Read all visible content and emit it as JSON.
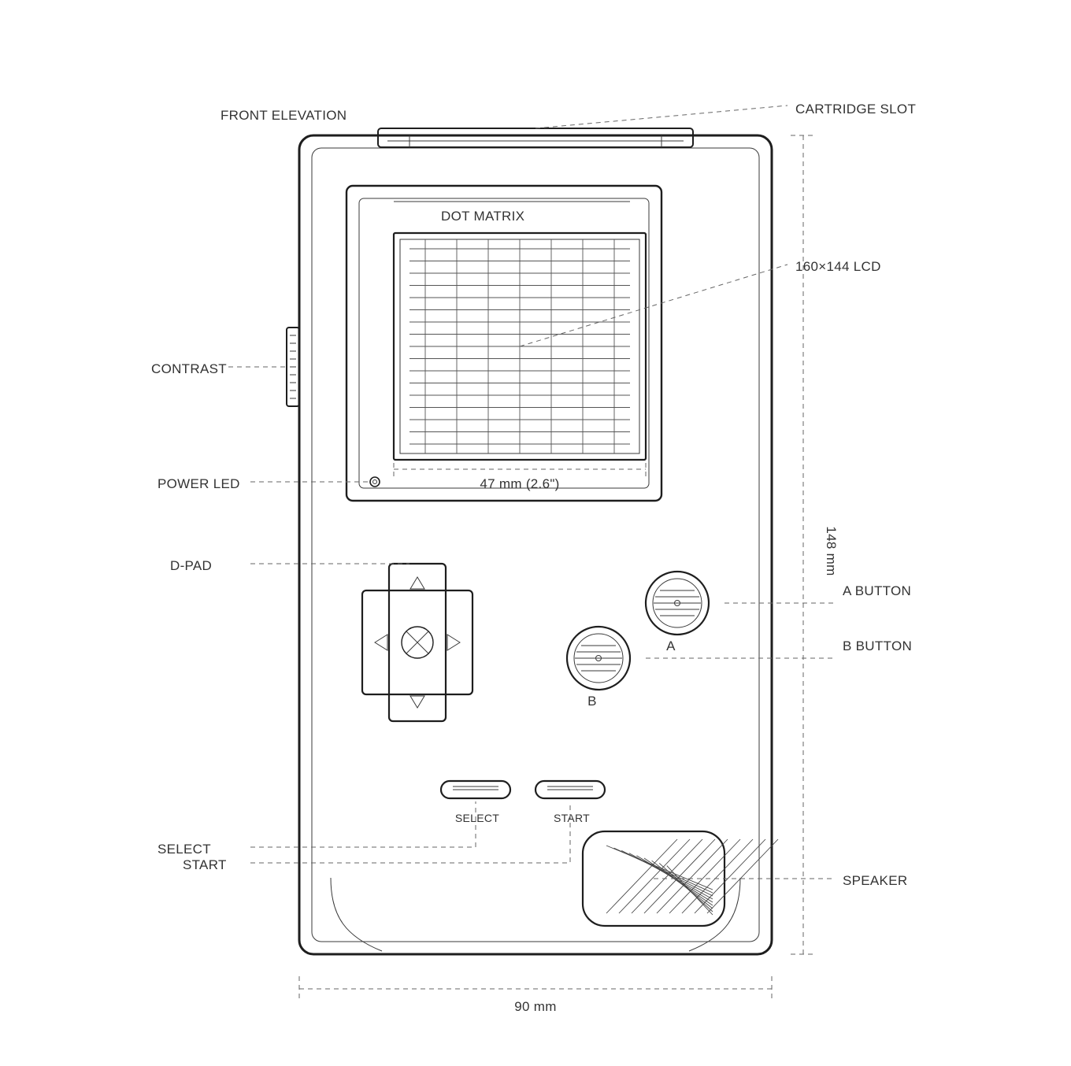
{
  "title": "FRONT ELEVATION",
  "screen_label": "DOT MATRIX",
  "callouts": {
    "cartridge_slot": "CARTRIDGE SLOT",
    "lcd": "160×144 LCD",
    "contrast": "CONTRAST",
    "power_led": "POWER LED",
    "dpad": "D-PAD",
    "a_button": "A BUTTON",
    "b_button": "B BUTTON",
    "select": "SELECT",
    "start": "START",
    "speaker": "SPEAKER"
  },
  "button_labels": {
    "a": "A",
    "b": "B",
    "select": "SELECT",
    "start": "START"
  },
  "dimensions": {
    "screen_width": "47 mm (2.6\")",
    "height": "148 mm",
    "width": "90 mm"
  },
  "colors": {
    "ink": "#1e1e1e",
    "text": "#333333",
    "leader": "#666666",
    "background": "#ffffff"
  }
}
